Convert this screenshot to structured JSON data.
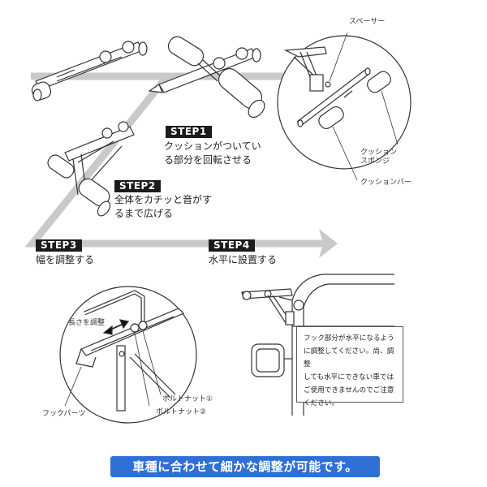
{
  "steps": [
    {
      "badge": "STEP1",
      "lines": [
        "クッションがついてい",
        "る部分を回転させる"
      ]
    },
    {
      "badge": "STEP2",
      "lines": [
        "全体をカチッと音がす",
        "るまで広げる"
      ]
    },
    {
      "badge": "STEP3",
      "lines": [
        "幅を調整する"
      ]
    },
    {
      "badge": "STEP4",
      "lines": [
        "水平に設置する"
      ]
    }
  ],
  "parts_callouts": {
    "spacer": "スペーサー",
    "cushion_sponge_line1": "クッション",
    "cushion_sponge_line2": "スポンジ",
    "cushion_bar": "クッションバー"
  },
  "adjust_callouts": {
    "length_adjust": "長さを調整",
    "bolt_nut_1": "ボルトナット①",
    "bolt_nut_2": "ボルトナット②",
    "hook_parts": "フックパーツ"
  },
  "note": [
    "フック部分が水平になるよう",
    "に調整してください。尚、調整",
    "しても水平にできない車では",
    "ご使用できませんのでご注意",
    "ください。"
  ],
  "banner": "車種に合わせて細かな調整が可能です。",
  "colors": {
    "banner_bg": "#2f6fd6",
    "flow_arrow": "#c8c8c8",
    "badge_bg": "#1b1b1b"
  }
}
